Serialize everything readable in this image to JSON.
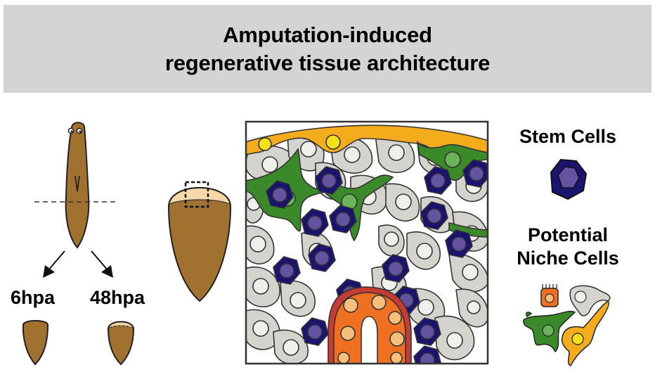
{
  "title": {
    "line1": "Amputation-induced",
    "line2": "regenerative tissue architecture"
  },
  "timepoints": [
    {
      "label": "6hpa"
    },
    {
      "label": "48hpa"
    }
  ],
  "legend": {
    "stem_cells": "Stem Cells",
    "niche_line1": "Potential",
    "niche_line2": "Niche Cells"
  },
  "colors": {
    "banner": "#d4d4d4",
    "planarian_body": "#a0712f",
    "blastema": "#f7d8a8",
    "stem_outer": "#1a1470",
    "stem_inner": "#6453a0",
    "neoblast_gray": "#d5d3ce",
    "gray_nucleus": "#f0efec",
    "green_cell": "#3b8a2a",
    "green_nucleus": "#6db35a",
    "epidermis_orange": "#f3ac1c",
    "epidermis_nucleus": "#f4e11a",
    "gut_orange": "#ef7020",
    "gut_nucleus": "#f6c07c",
    "gut_border": "#c63c34"
  }
}
